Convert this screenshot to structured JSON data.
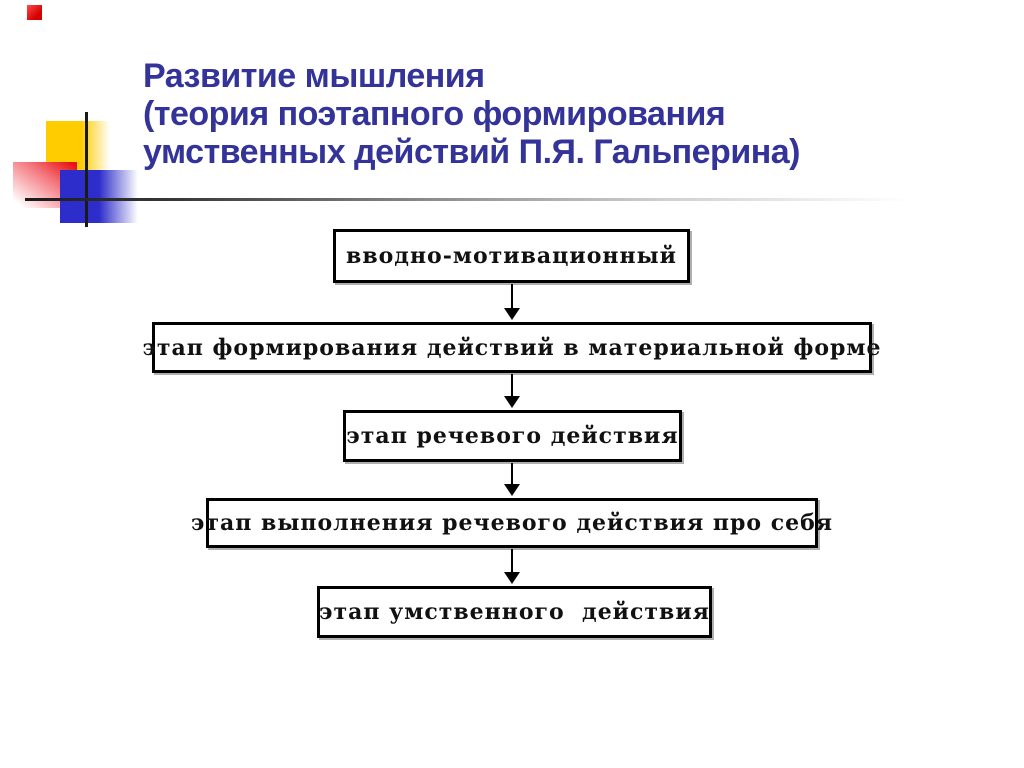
{
  "slide": {
    "title": {
      "lines": [
        "Развитие мышления",
        "(теория поэтапного формирования",
        "умственных действий П.Я. Гальперина)"
      ],
      "color": "#333399"
    },
    "decoration": {
      "corner_square_color": "#d40000",
      "yellow_square_color": "#ffcc00",
      "red_square_color": "#e81212",
      "blue_square_color": "#2d2dcb",
      "line_color": "#1a1a1a",
      "rule_gradient": [
        "#1a1a1a",
        "#ffffff"
      ]
    },
    "flowchart": {
      "type": "flow",
      "direction": "top-down",
      "box_border_color": "#000000",
      "boxes": [
        {
          "label": "вводно-мотивационный"
        },
        {
          "label": "этап формирования действий в материальной форме"
        },
        {
          "label": "этап речевого действия"
        },
        {
          "label": "этап выполнения речевого действия про себя"
        },
        {
          "label": "этап умственного  действия"
        }
      ],
      "connectors": [
        {
          "from": 1,
          "to": 2,
          "style": "arrow-down"
        },
        {
          "from": 2,
          "to": 3,
          "style": "arrow-down"
        },
        {
          "from": 3,
          "to": 4,
          "style": "arrow-down"
        },
        {
          "from": 4,
          "to": 5,
          "style": "arrow-down"
        }
      ]
    }
  }
}
